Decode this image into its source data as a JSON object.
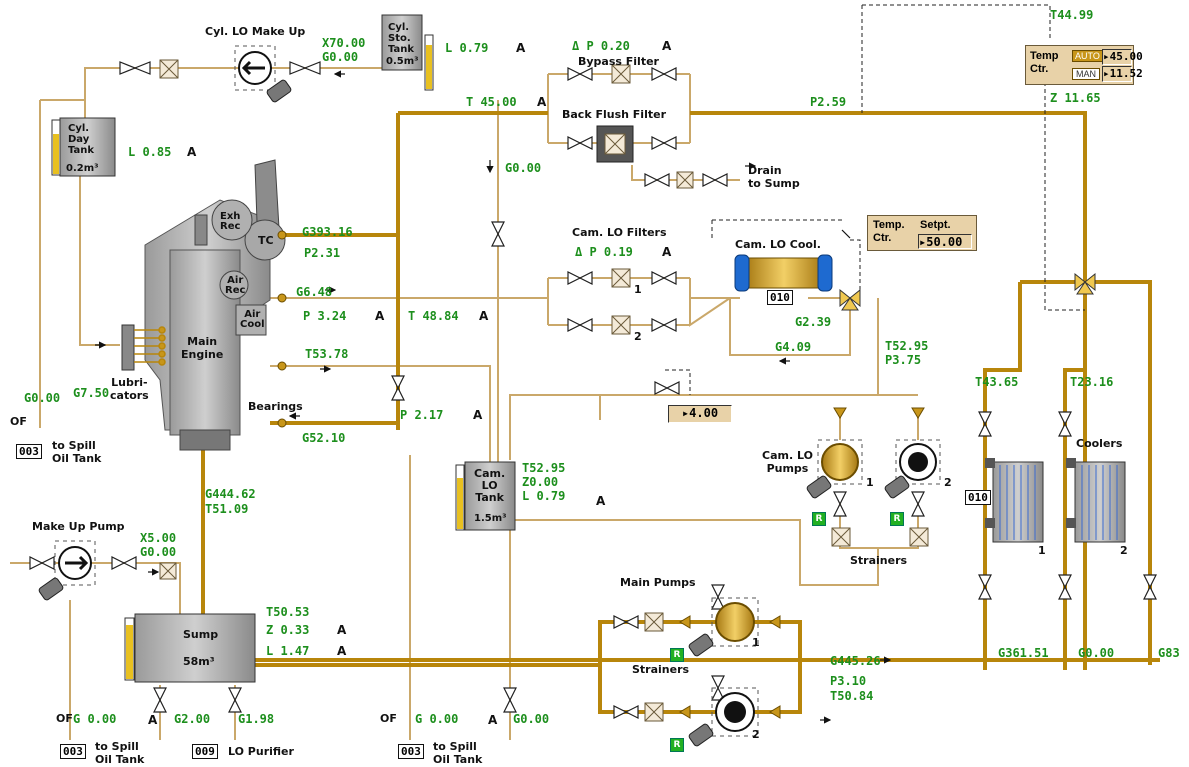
{
  "labels": {
    "cyl_lo_makeup": "Cyl. LO Make Up",
    "cyl_sto_tank": "Cyl.\nSto.\nTank",
    "cyl_sto_vol": "0.5m³",
    "cyl_day_tank": "Cyl.\nDay\nTank",
    "cyl_day_vol": "0.2m³",
    "bypass_filter": "Bypass Filter",
    "back_flush_filter": "Back Flush Filter",
    "drain_to_sump": "Drain\nto Sump",
    "cam_lo_filters": "Cam. LO Filters",
    "cam_lo_cool": "Cam. LO Cool.",
    "exh_rec": "Exh\nRec",
    "tc": "TC",
    "air_rec": "Air\nRec",
    "air_cool": "Air\nCool",
    "main_engine": "Main\nEngine",
    "lubricators": "Lubri-\ncators",
    "bearings": "Bearings",
    "to_spill_oil_tank": "to Spill\nOil Tank",
    "cam_lo_tank": "Cam.\nLO\nTank",
    "cam_lo_tank_vol": "1.5m³",
    "cam_lo_pumps": "Cam. LO\nPumps",
    "strainers": "Strainers",
    "coolers": "Coolers",
    "make_up_pump": "Make Up Pump",
    "sump": "Sump",
    "sump_vol": "58m³",
    "main_pumps": "Main Pumps",
    "lo_purifier": "LO Purifier",
    "of": "OF"
  },
  "values": {
    "x70": "X70.00",
    "g000_top": "G0.00",
    "l079_sto": "L 0.79",
    "dp020": "Δ P 0.20",
    "t4500": "T 45.00",
    "p259": "P2.59",
    "t4499": "T44.99",
    "z1165": "Z 11.65",
    "l085": "L 0.85",
    "g000_mid": "G0.00",
    "g39316": "G393.16",
    "p231": "P2.31",
    "dp019": "Δ P 0.19",
    "g648": "G6.48",
    "p324": "P 3.24",
    "t4884": "T 48.84",
    "g239": "G2.39",
    "g409": "G4.09",
    "t5295a": "T52.95",
    "p375": "P3.75",
    "t5378": "T53.78",
    "g750": "G7.50",
    "p217": "P 2.17",
    "g5210": "G52.10",
    "g000_of": "G0.00",
    "t4365": "T43.65",
    "t2316": "T23.16",
    "t5295b": "T52.95",
    "z000": "Z0.00",
    "l079_cam": "L 0.79",
    "g44462": "G444.62",
    "t5109": "T51.09",
    "x500": "X5.00",
    "g000_mu": "G0.00",
    "t5053": "T50.53",
    "z033": "Z 0.33",
    "l147": "L 1.47",
    "g44526": "G445.26",
    "p310": "P3.10",
    "t5084": "T50.84",
    "g36151": "G361.51",
    "g000_cool": "G0.00",
    "g83": "G83",
    "g000_sp1": "G 0.00",
    "g200": "G2.00",
    "g198": "G1.98",
    "g000_sp2": "G 0.00",
    "g000_cam": "G0.00",
    "a": "A"
  },
  "codes": {
    "c003a": "003",
    "c003b": "003",
    "c003c": "003",
    "c009": "009",
    "c010a": "010",
    "c010b": "010"
  },
  "pump_numbers": {
    "p1": "1",
    "p2": "2"
  },
  "run_badge": "R",
  "temp_ctr_top": {
    "title": "Temp\nCtr.",
    "auto_label": "AUTO",
    "man_label": "MAN",
    "auto_value": "45.00",
    "man_value": "11.52"
  },
  "temp_ctr_cam": {
    "title": "Temp.\nCtr.",
    "setpt_label": "Setpt.",
    "setpt_value": "50.00"
  },
  "valve_setpoint": "4.00",
  "colors": {
    "pipe": "#b8860b",
    "pipe_light": "#caa86a",
    "value_text": "#1d8f1d",
    "run": "#22b022"
  }
}
